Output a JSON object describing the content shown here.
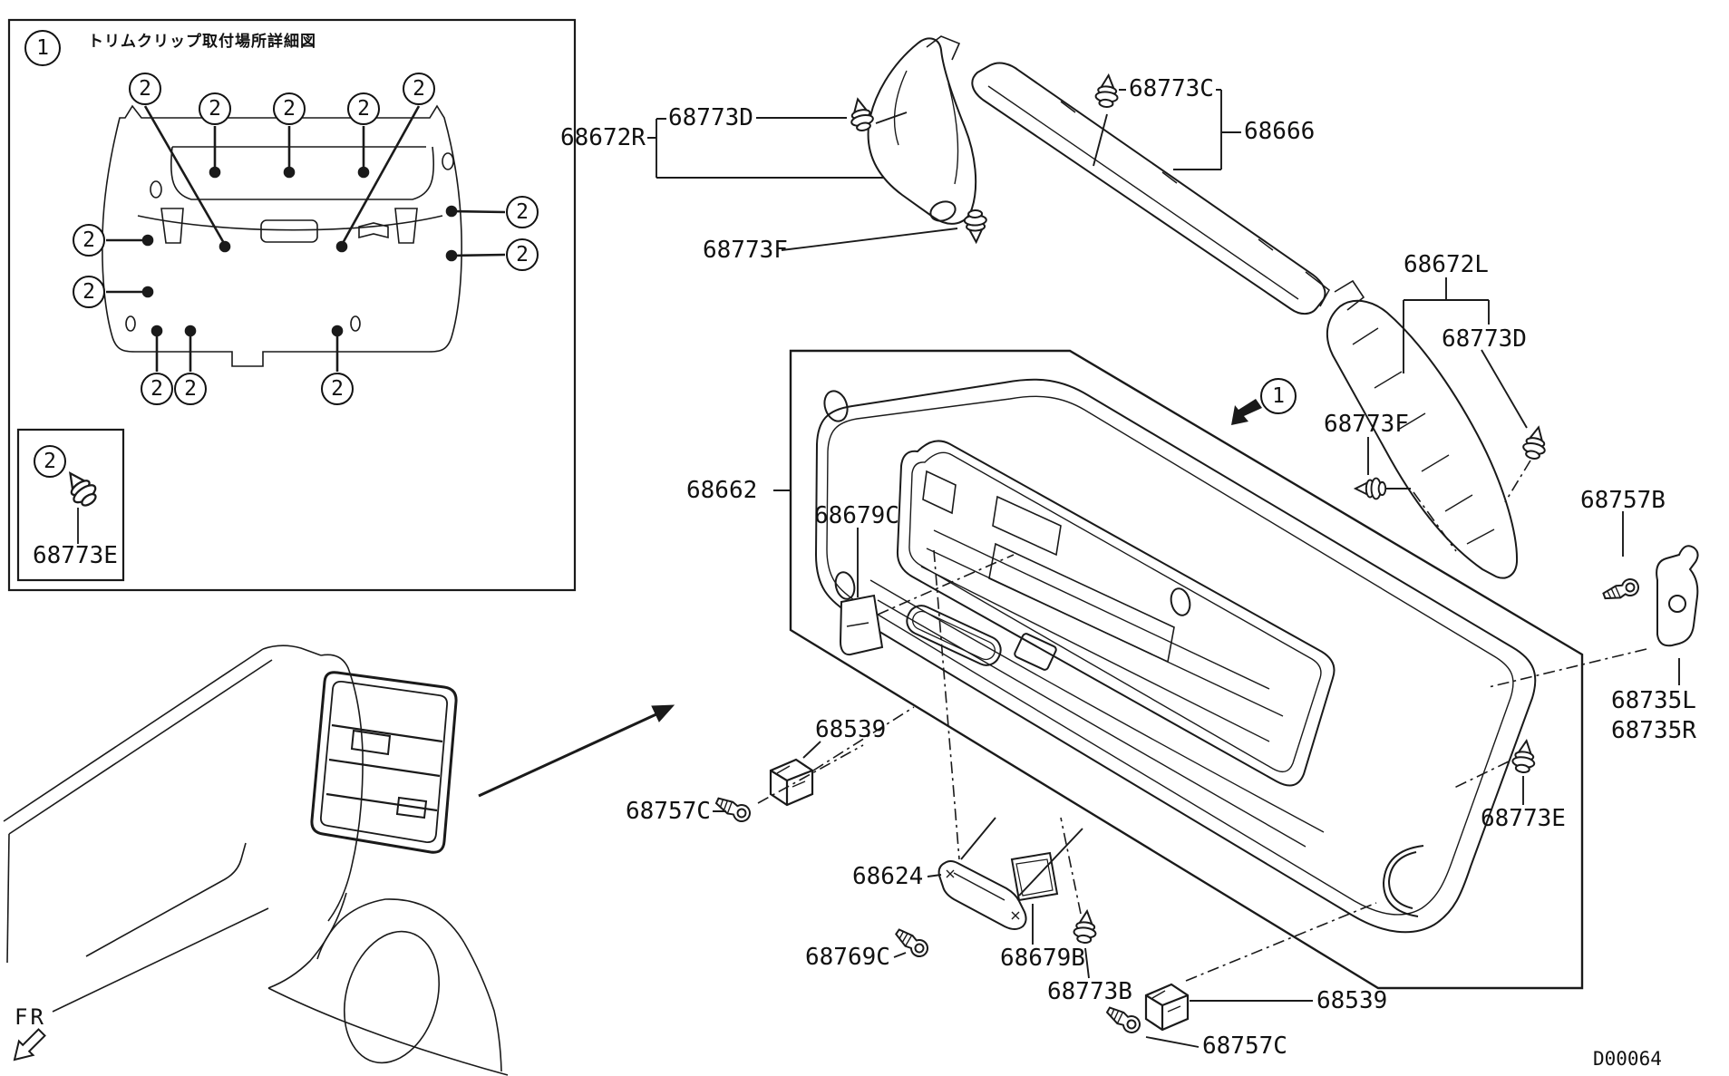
{
  "page": {
    "background": "#ffffff",
    "line_color": "#1a1a1a"
  },
  "inset": {
    "callout_1": "1",
    "callout_2": "2",
    "title": "トリムクリップ取付場所詳細図",
    "clip_label": "68773E"
  },
  "footer": {
    "drawing_code": "D00064",
    "fr_label": "FR"
  },
  "labels": {
    "l68672R": "68672R",
    "l68773D_a": "68773D",
    "l68773C": "68773C",
    "l68666": "68666",
    "l68773F_a": "68773F",
    "l68672L": "68672L",
    "l68773D_b": "68773D",
    "l68773F_b": "68773F",
    "l68757B": "68757B",
    "l68662": "68662",
    "l68679C": "68679C",
    "l68735L": "68735L",
    "l68735R": "68735R",
    "l68773E_r": "68773E",
    "l68539_a": "68539",
    "l68757C_a": "68757C",
    "l68624": "68624",
    "l68769C": "68769C",
    "l68679B": "68679B",
    "l68773B": "68773B",
    "l68539_b": "68539",
    "l68757C_b": "68757C"
  }
}
